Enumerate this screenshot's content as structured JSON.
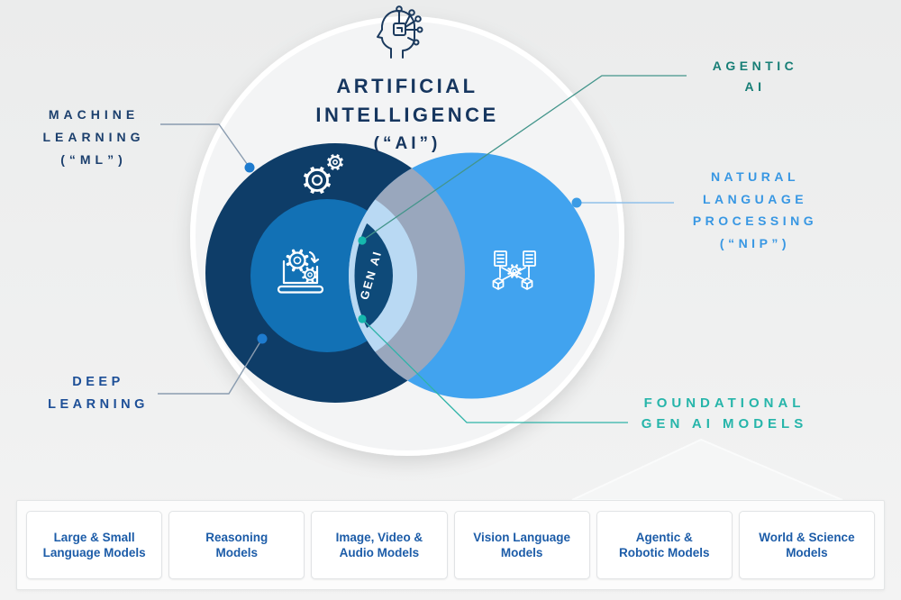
{
  "palette": {
    "page_bg": "#edeeee",
    "outer_circle_fill": "#f3f4f5",
    "ml_circle": "#0e3d68",
    "dl_circle": "#1271b5",
    "nlp_circle": "#41a3ef",
    "overlap_gray": "#9da7ba",
    "overlap_powder": "#b9d9f3",
    "genai_lens": "#0e4a79",
    "teal_dot": "#16b8ad",
    "blue_dot": "#1e7bce",
    "title_text": "#16365f",
    "ml_text": "#1b3f6d",
    "dl_text": "#1d4f97",
    "nlp_text": "#3897e3",
    "agentic_text": "#177e76",
    "foundational_text": "#26b5aa",
    "box_text": "#1c5ca8"
  },
  "venn": {
    "title": {
      "line1": "ARTIFICIAL",
      "line2": "INTELLIGENCE",
      "line3": "(“AI”)"
    },
    "ml_label": {
      "line1": "MACHINE",
      "line2": "LEARNING",
      "line3": "(“ML”)"
    },
    "dl_label": {
      "line1": "DEEP",
      "line2": "LEARNING"
    },
    "nlp_label": {
      "line1": "NATURAL",
      "line2": "LANGUAGE",
      "line3": "PROCESSING",
      "line4": "(“NIP”)"
    },
    "agentic_label": {
      "line1": "AGENTIC",
      "line2": "AI"
    },
    "foundational_label": {
      "line1": "FOUNDATIONAL",
      "line2": "GEN AI MODELS"
    },
    "genai_label": "GEN AI"
  },
  "icons": {
    "ai": "head-circuit-icon",
    "ml": "gears-icon",
    "dl": "laptop-gears-icon",
    "nlp": "documents-network-icon"
  },
  "model_boxes": [
    {
      "line1": "Large & Small",
      "line2": "Language Models"
    },
    {
      "line1": "Reasoning",
      "line2": "Models"
    },
    {
      "line1": "Image, Video &",
      "line2": "Audio Models"
    },
    {
      "line1": "Vision Language",
      "line2": "Models"
    },
    {
      "line1": "Agentic &",
      "line2": "Robotic Models"
    },
    {
      "line1": "World & Science",
      "line2": "Models"
    }
  ]
}
